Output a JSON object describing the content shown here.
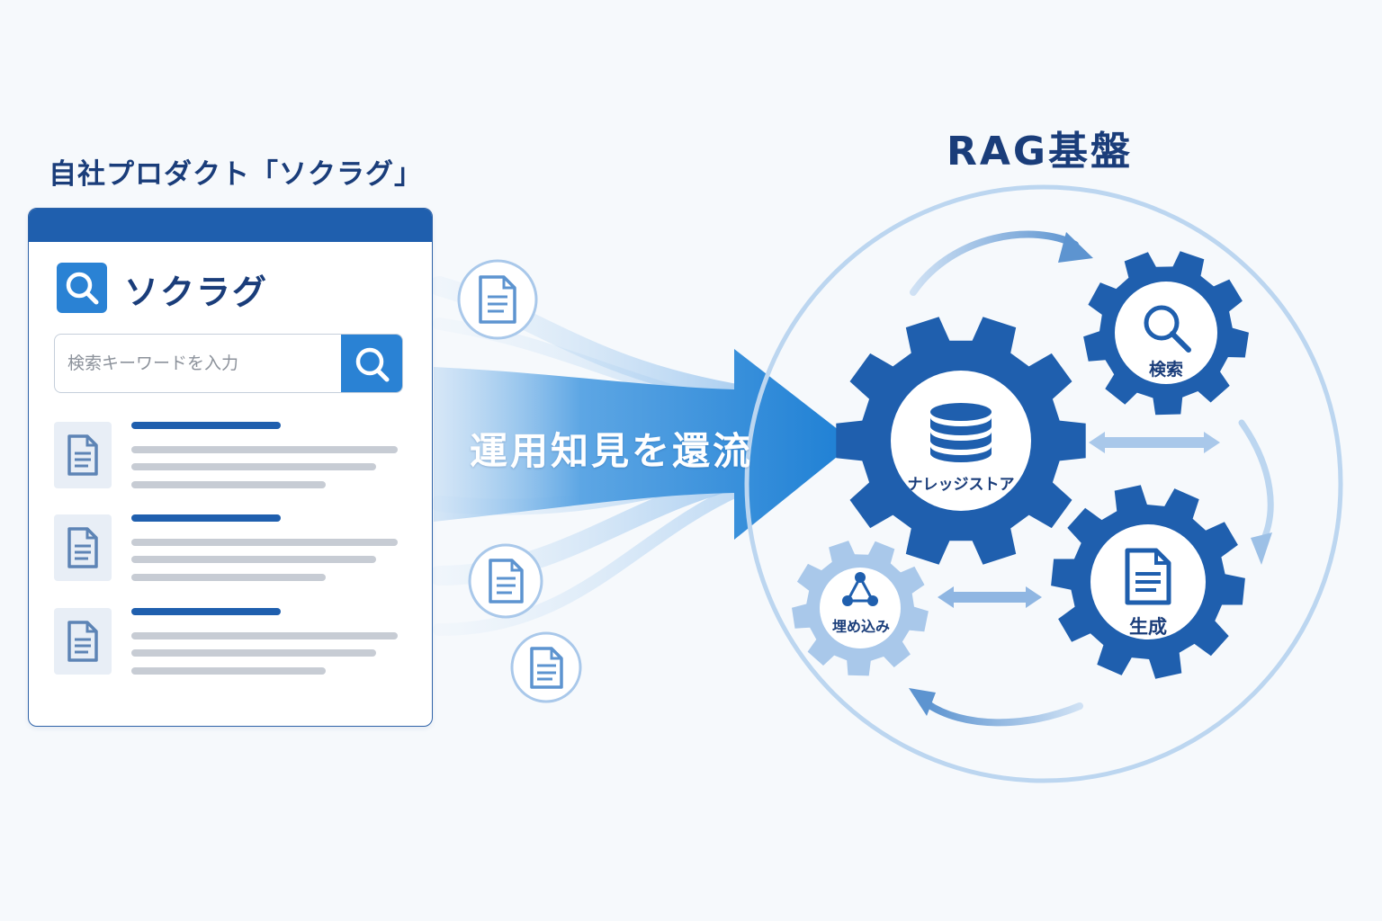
{
  "left_panel": {
    "title": "自社プロダクト「ソクラグ」",
    "app": {
      "name": "ソクラグ",
      "search_placeholder": "検索キーワードを入力",
      "logo_icon": "search-icon",
      "search_button_icon": "search-icon",
      "result_icon": "document-icon"
    }
  },
  "flow": {
    "label": "運用知見を還流",
    "document_icons": "document-icon"
  },
  "right_panel": {
    "title": "RAG基盤",
    "gears": {
      "knowledge_store": {
        "label": "ナレッジストア",
        "icon": "database-icon"
      },
      "search": {
        "label": "検索",
        "icon": "search-icon"
      },
      "generation": {
        "label": "生成",
        "icon": "document-icon"
      },
      "embedding": {
        "label": "埋め込み",
        "icon": "network-icon"
      }
    }
  },
  "colors": {
    "dark_blue": "#1f5fae",
    "accent_blue": "#2a82d4",
    "light_blue": "#a9c8ea",
    "text_navy": "#1a3d7a"
  }
}
